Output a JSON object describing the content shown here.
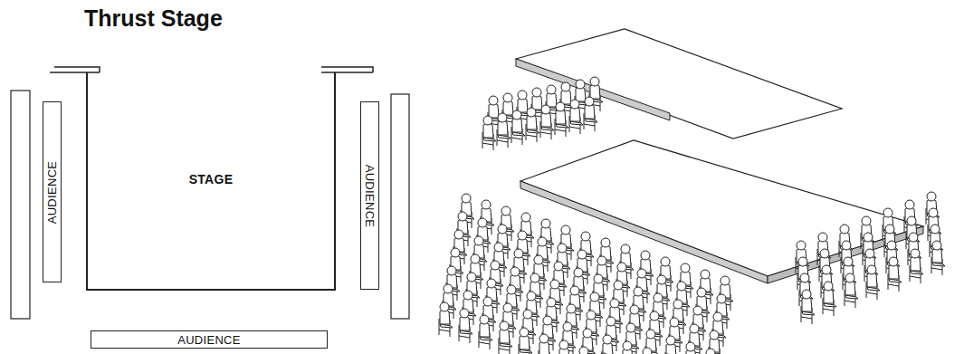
{
  "diagram": {
    "title": "Thrust Stage",
    "nodes": [
      {
        "text": [
          "STAGE"
        ]
      },
      {
        "text": [
          "AUDIENCE"
        ]
      },
      {
        "text": [
          "AUDIENCE"
        ]
      },
      {
        "text": [
          "AUDIENCE"
        ]
      }
    ]
  }
}
